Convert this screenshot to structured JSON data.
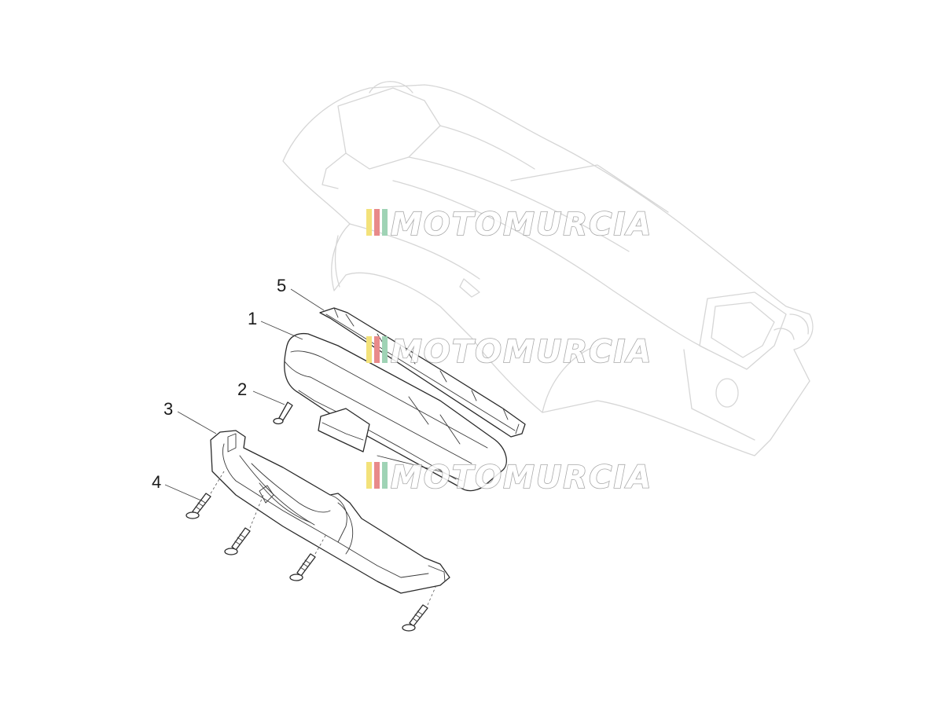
{
  "callouts": [
    {
      "id": "1",
      "label": "1"
    },
    {
      "id": "2",
      "label": "2"
    },
    {
      "id": "3",
      "label": "3"
    },
    {
      "id": "4",
      "label": "4"
    },
    {
      "id": "5",
      "label": "5"
    }
  ],
  "watermark": {
    "text": "MOTOMURCIA",
    "colors": [
      "#f3e27a",
      "#e88a8a",
      "#9fd3b5"
    ]
  },
  "colors": {
    "line": "#2a2a2a",
    "ghost": "#d6d6d6",
    "background": "#ffffff"
  }
}
